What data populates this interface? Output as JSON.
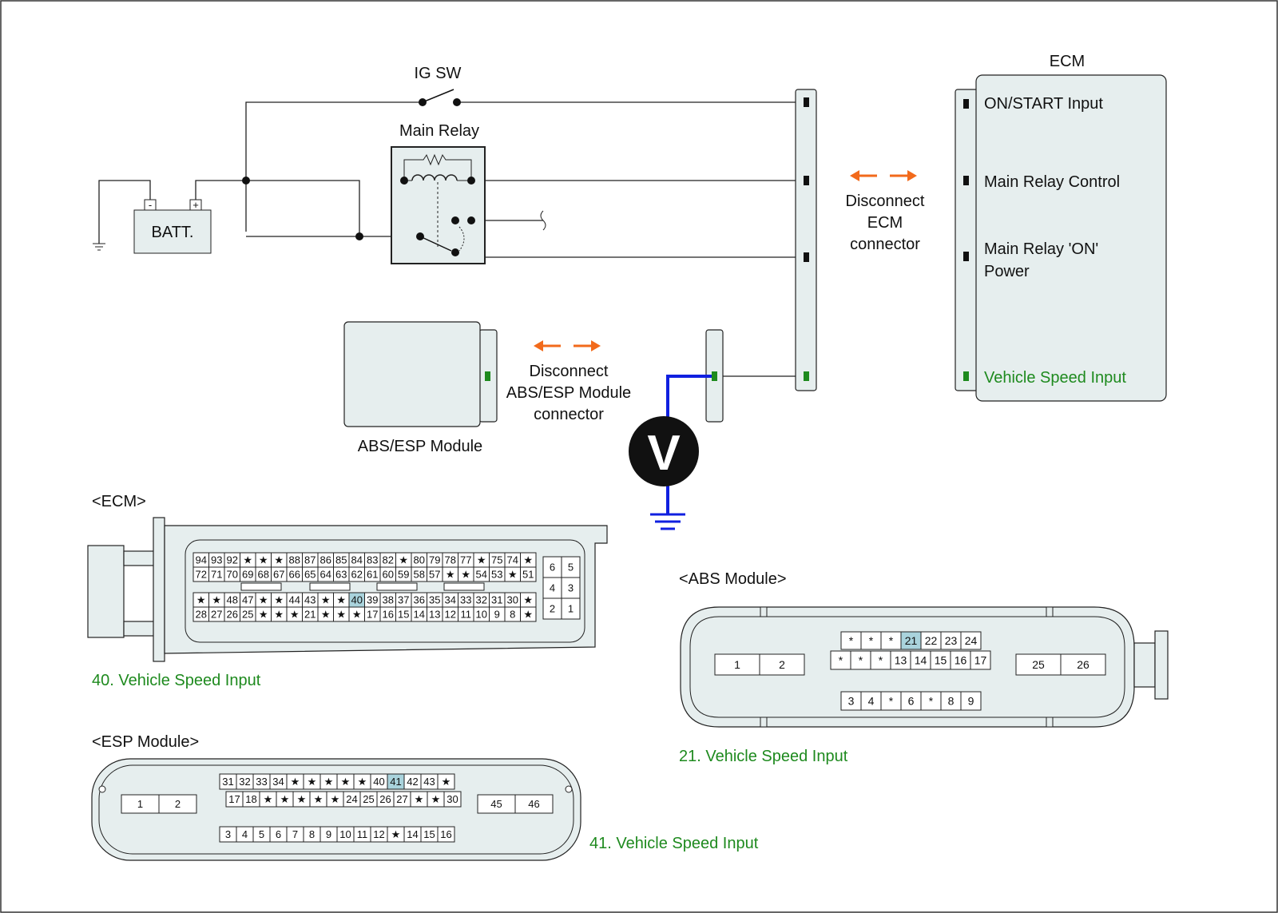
{
  "circuit": {
    "ig_sw": "IG SW",
    "main_relay": "Main Relay",
    "battery": "BATT.",
    "battery_minus": "-",
    "battery_plus": "+",
    "ecm_title": "ECM",
    "ecm_pins": [
      "ON/START Input",
      "Main Relay Control",
      "Main Relay 'ON'",
      "Power",
      "Vehicle Speed Input"
    ],
    "disconnect_ecm": [
      "Disconnect",
      "ECM",
      "connector"
    ],
    "disconnect_abs": [
      "Disconnect",
      "ABS/ESP Module",
      "connector"
    ],
    "abs_esp_module": "ABS/ESP Module",
    "voltmeter": "V"
  },
  "colors": {
    "arrow": "#f26a1b",
    "probe_wire": "#1020e0",
    "signal_pin": "#1e8a1e",
    "highlight_pin": "#a9d3dc",
    "connector_fill": "#e6eeee"
  },
  "ecm_connector": {
    "title": "<ECM>",
    "caption": "40. Vehicle Speed Input",
    "highlight": "40",
    "rows": [
      [
        "94",
        "93",
        "92",
        "★",
        "★",
        "★",
        "88",
        "87",
        "86",
        "85",
        "84",
        "83",
        "82",
        "★",
        "80",
        "79",
        "78",
        "77",
        "★",
        "75",
        "74",
        "★"
      ],
      [
        "72",
        "71",
        "70",
        "69",
        "68",
        "67",
        "66",
        "65",
        "64",
        "63",
        "62",
        "61",
        "60",
        "59",
        "58",
        "57",
        "★",
        "★",
        "54",
        "53",
        "★",
        "51"
      ],
      [
        "★",
        "★",
        "48",
        "47",
        "★",
        "★",
        "44",
        "43",
        "★",
        "★",
        "40",
        "39",
        "38",
        "37",
        "36",
        "35",
        "34",
        "33",
        "32",
        "31",
        "30",
        "★"
      ],
      [
        "28",
        "27",
        "26",
        "25",
        "★",
        "★",
        "★",
        "21",
        "★",
        "★",
        "★",
        "17",
        "16",
        "15",
        "14",
        "13",
        "12",
        "11",
        "10",
        "9",
        "8",
        "★"
      ]
    ],
    "side": [
      [
        "6",
        "5"
      ],
      [
        "4",
        "3"
      ],
      [
        "2",
        "1"
      ]
    ]
  },
  "abs_connector": {
    "title": "<ABS Module>",
    "caption": "21. Vehicle Speed Input",
    "highlight": "21",
    "rows": [
      [
        "*",
        "*",
        "*",
        "21",
        "22",
        "23",
        "24"
      ],
      [
        "*",
        "*",
        "*",
        "13",
        "14",
        "15",
        "16",
        "17"
      ],
      [
        "3",
        "4",
        "*",
        "6",
        "*",
        "8",
        "9"
      ]
    ],
    "left": [
      "1",
      "2"
    ],
    "right": [
      "25",
      "26"
    ]
  },
  "esp_connector": {
    "title": "<ESP Module>",
    "caption": "41. Vehicle Speed Input",
    "highlight": "41",
    "rows": [
      [
        "31",
        "32",
        "33",
        "34",
        "★",
        "★",
        "★",
        "★",
        "★",
        "40",
        "41",
        "42",
        "43",
        "★"
      ],
      [
        "17",
        "18",
        "★",
        "★",
        "★",
        "★",
        "★",
        "24",
        "25",
        "26",
        "27",
        "★",
        "★",
        "30"
      ],
      [
        "3",
        "4",
        "5",
        "6",
        "7",
        "8",
        "9",
        "10",
        "11",
        "12",
        "★",
        "14",
        "15",
        "16"
      ]
    ],
    "left": [
      "1",
      "2"
    ],
    "right": [
      "45",
      "46"
    ]
  }
}
